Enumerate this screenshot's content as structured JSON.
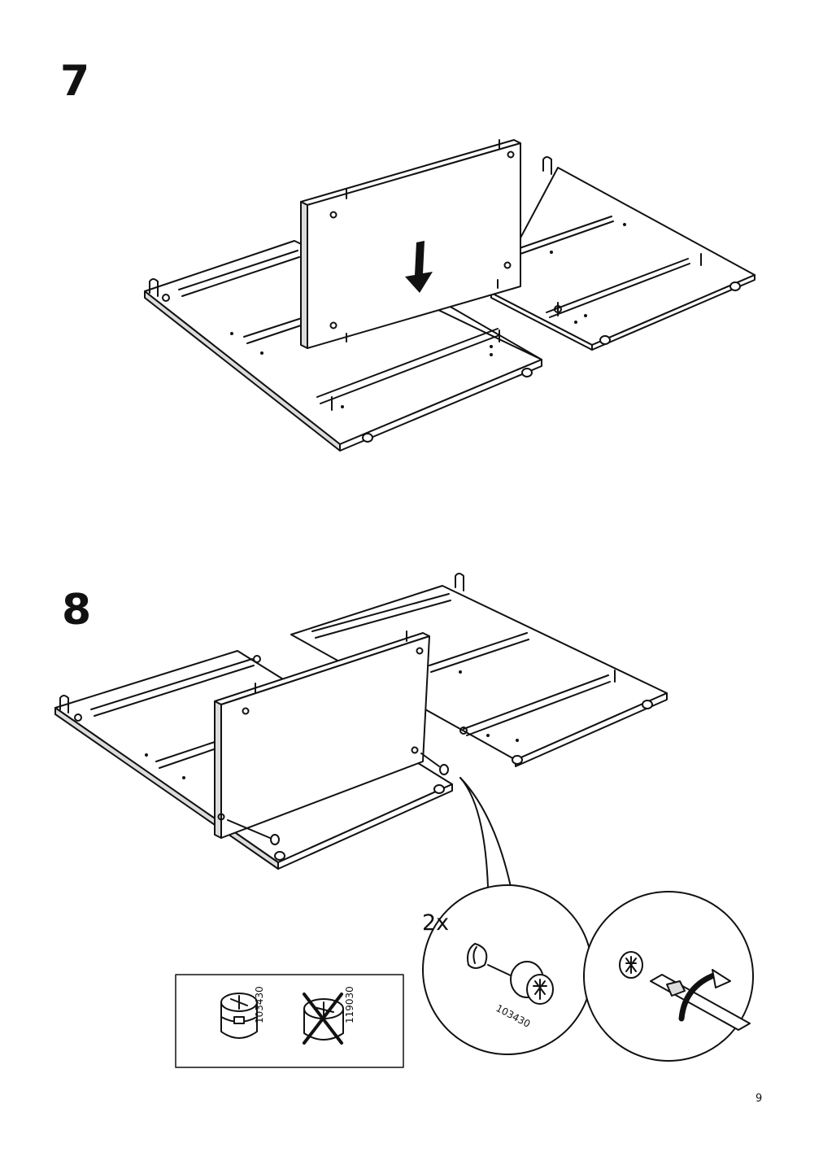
{
  "steps": [
    {
      "number": "7"
    },
    {
      "number": "8"
    }
  ],
  "callout": {
    "quantity": "2x",
    "part_code": "103430"
  },
  "parts_box": {
    "correct_part_code": "103430",
    "wrong_part_code": "119030"
  },
  "page_number": "9",
  "colors": {
    "line": "#111111",
    "fill": "#ffffff",
    "shade": "#dcdcdc"
  }
}
